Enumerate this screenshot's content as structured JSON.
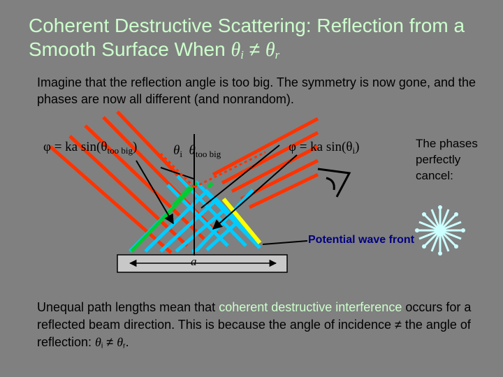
{
  "title": {
    "text": "Coherent Destructive Scattering: Reflection from a Smooth Surface When ",
    "theta_i": "θ",
    "sub_i": "i",
    "neq": " ≠ ",
    "theta_r": "θ",
    "sub_r": "r"
  },
  "intro": "Imagine that the reflection angle is too big. The symmetry is now gone, and the phases are now all different (and nonrandom).",
  "labels": {
    "phi_left": {
      "lhs": "φ = ka sin(θ",
      "sub": "too big",
      "rhs": ")"
    },
    "theta_center": {
      "t1": "θ",
      "s1": "i",
      "t2": "θ",
      "s2": "too big"
    },
    "phi_right": {
      "lhs": "φ = ka sin(θ",
      "sub": "i",
      "rhs": ")"
    },
    "a_label": "a",
    "phases_cancel": "The phases perfectly cancel:",
    "potential": "Potential wave front"
  },
  "bottom": {
    "part1": "Unequal path lengths mean that ",
    "highlight": "coherent destructive interference",
    "part2": " occurs for a reflected beam direction.  This is because the angle of incidence ≠ the angle of reflection:  ",
    "theta_i": "θ",
    "sub_i": "i",
    "neq": " ≠ ",
    "theta_r": "θ",
    "sub_r": "r",
    "end": "."
  },
  "colors": {
    "background": "#808080",
    "title": "#ccffcc",
    "incident_rays": "#ff3300",
    "reflected_rays": "#00ccff",
    "phase_segment_green": "#00cc33",
    "wave_front": "#ffff00",
    "phasor_star": "#ccffff",
    "potential_text": "#000080"
  }
}
